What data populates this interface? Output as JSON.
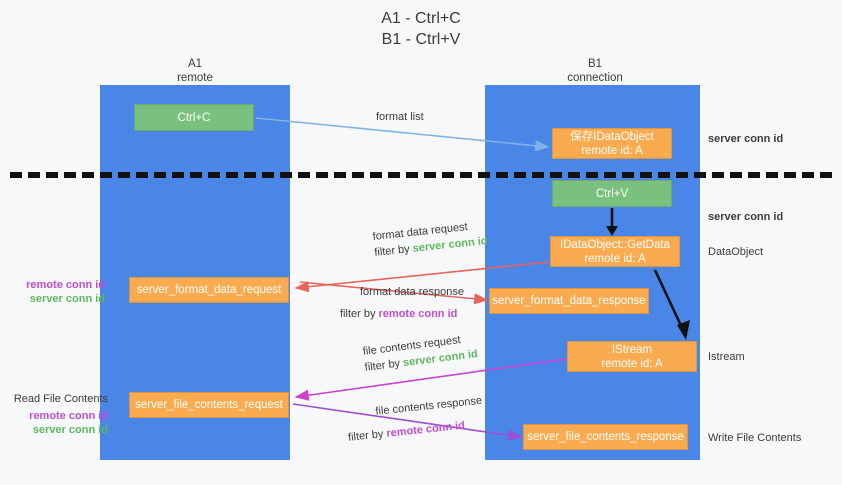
{
  "title": {
    "line1": "A1 - Ctrl+C",
    "line2": "B1 - Ctrl+V"
  },
  "lanes": [
    {
      "id": "a1",
      "name": "A1",
      "role": "remote"
    },
    {
      "id": "b1",
      "name": "B1",
      "role": "connection"
    }
  ],
  "nodes": {
    "ctrl_c": {
      "line1": "Ctrl+C",
      "line2": "",
      "color": "#7ac17f"
    },
    "idataobject": {
      "line1": "保存IDataObject",
      "line2": "remote id: A",
      "color": "#fbab4f"
    },
    "ctrl_v": {
      "line1": "Ctrl+V",
      "line2": "",
      "color": "#7ac17f"
    },
    "getdata": {
      "line1": "IDataObject::GetData",
      "line2": "remote id: A",
      "color": "#fbab4f"
    },
    "format_data_request": {
      "line1": "server_format_data_request",
      "line2": "",
      "color": "#fbab4f"
    },
    "format_data_response": {
      "line1": "server_format_data_response",
      "line2": "",
      "color": "#fbab4f"
    },
    "istream": {
      "line1": "IStream",
      "line2": "remote id: A",
      "color": "#fbab4f"
    },
    "file_contents_request": {
      "line1": "server_file_contents_request",
      "line2": "",
      "color": "#fbab4f"
    },
    "file_contents_response": {
      "line1": "server_file_contents_response",
      "line2": "",
      "color": "#fbab4f"
    }
  },
  "edge_labels": {
    "format_list": "format list",
    "format_data_request": {
      "line1": "format data request",
      "filter_prefix": "filter by ",
      "filter_value": "server conn id"
    },
    "format_data_response": {
      "line1": "format data response",
      "filter_prefix": "filter by ",
      "filter_value": "remote conn id"
    },
    "file_contents_request": {
      "line1": "file contents request",
      "filter_prefix": "filter by ",
      "filter_value": "server conn id"
    },
    "file_contents_response": {
      "line1": "file contents response",
      "filter_prefix": "filter by ",
      "filter_value": "remote conn id"
    }
  },
  "annotations": {
    "server_conn_id_top": "server conn id",
    "server_conn_id_mid": "server conn id",
    "dataobject": "DataObject",
    "istream": "Istream",
    "write_file_contents": "Write File Contents",
    "read_file_contents": "Read File Contents",
    "remote_conn_id": "remote conn id",
    "server_conn_id": "server conn id"
  },
  "colors": {
    "lane": "#4a86e8",
    "green_box": "#7ac17f",
    "orange_box": "#fbab4f",
    "green_text": "#5eb85e",
    "purple_text": "#c04ed0",
    "arrow_blue": "#7fb3e8",
    "arrow_red": "#e8645c",
    "arrow_magenta": "#cc44cc",
    "arrow_purple": "#9b4fd0",
    "arrow_black": "#111111",
    "background": "#f7f8f9"
  }
}
